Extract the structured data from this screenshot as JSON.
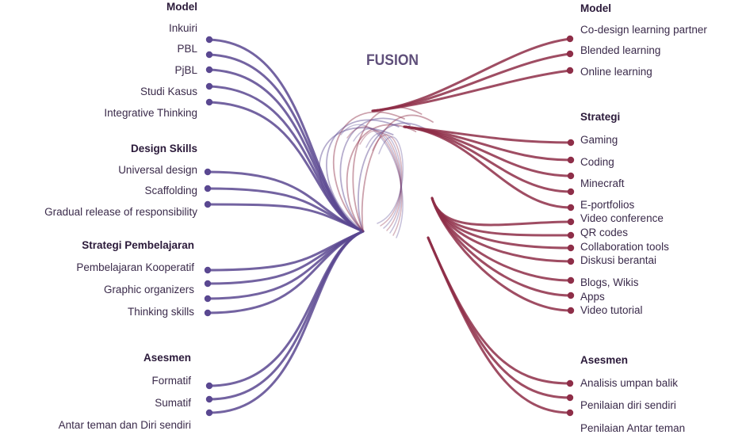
{
  "title": "FUSION",
  "colors": {
    "left": "#5a4891",
    "right": "#8e2e48",
    "text": "#3a2a4a"
  },
  "left_groups": [
    {
      "heading": "Model",
      "items": [
        "Inkuiri",
        "PBL",
        "PjBL",
        "Studi Kasus",
        "Integrative Thinking"
      ]
    },
    {
      "heading": "Design Skills",
      "items": [
        "Universal design",
        "Scaffolding",
        "Gradual release of responsibility"
      ]
    },
    {
      "heading": "Strategi Pembelajaran",
      "items": [
        "Pembelajaran Kooperatif",
        "Graphic organizers",
        "Thinking skills"
      ]
    },
    {
      "heading": "Asesmen",
      "items": [
        "Formatif",
        "Sumatif",
        "Antar teman dan Diri sendiri"
      ]
    }
  ],
  "right_groups": [
    {
      "heading": "Model",
      "items": [
        "Co-design learning partner",
        "Blended learning",
        "Online learning"
      ]
    },
    {
      "heading": "Strategi",
      "items": [
        "Gaming",
        "Coding",
        "Minecraft",
        "E-portfolios",
        "Video conference",
        "QR codes",
        "Collaboration tools",
        "Diskusi berantai",
        "Blogs, Wikis",
        "Apps",
        "Video tutorial"
      ]
    },
    {
      "heading": "Asesmen",
      "items": [
        "Analisis umpan balik",
        "Penilaian diri sendiri",
        "Penilaian Antar teman"
      ]
    }
  ]
}
